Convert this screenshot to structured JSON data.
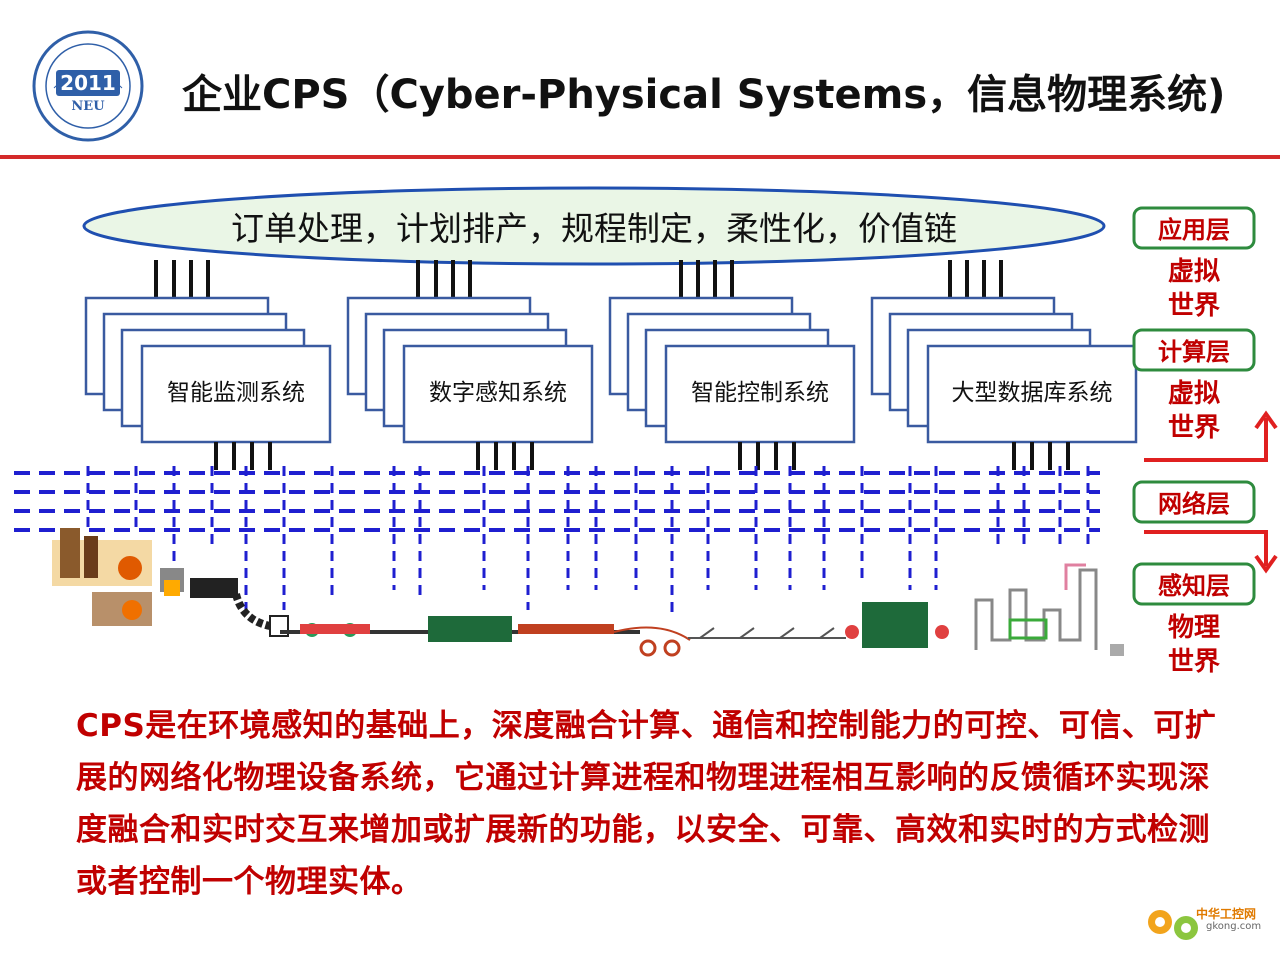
{
  "logo": {
    "year": "2011",
    "abbr": "NEU"
  },
  "title": "企业CPS（Cyber-Physical Systems，信息物理系统)",
  "banner": "订单处理，计划排产，规程制定，柔性化，价值链",
  "systems": [
    "智能监测系统",
    "数字感知系统",
    "智能控制系统",
    "大型数据库系统"
  ],
  "layers": {
    "application": "应用层",
    "virtual_world_1": [
      "虚拟",
      "世界"
    ],
    "compute": "计算层",
    "virtual_world_2": [
      "虚拟",
      "世界"
    ],
    "network": "网络层",
    "sensing": "感知层",
    "physical_world": [
      "物理",
      "世界"
    ]
  },
  "description": "CPS是在环境感知的基础上，深度融合计算、通信和控制能力的可控、可信、可扩展的网络化物理设备系统，它通过计算进程和物理进程相互影响的反馈循环实现深度融合和实时交互来增加或扩展新的功能，以安全、可靠、高效和实时的方式检测或者控制一个物理实体。",
  "watermark": {
    "line1": "中华工控网",
    "line2": "gkong.com"
  },
  "colors": {
    "accent_red": "#d42a2a",
    "text_red": "#c00000",
    "network_blue": "#1f1fd0",
    "layer_green": "#2e8b3e",
    "banner_fill": "#eaf6e6",
    "banner_border": "#1f4fb0"
  }
}
